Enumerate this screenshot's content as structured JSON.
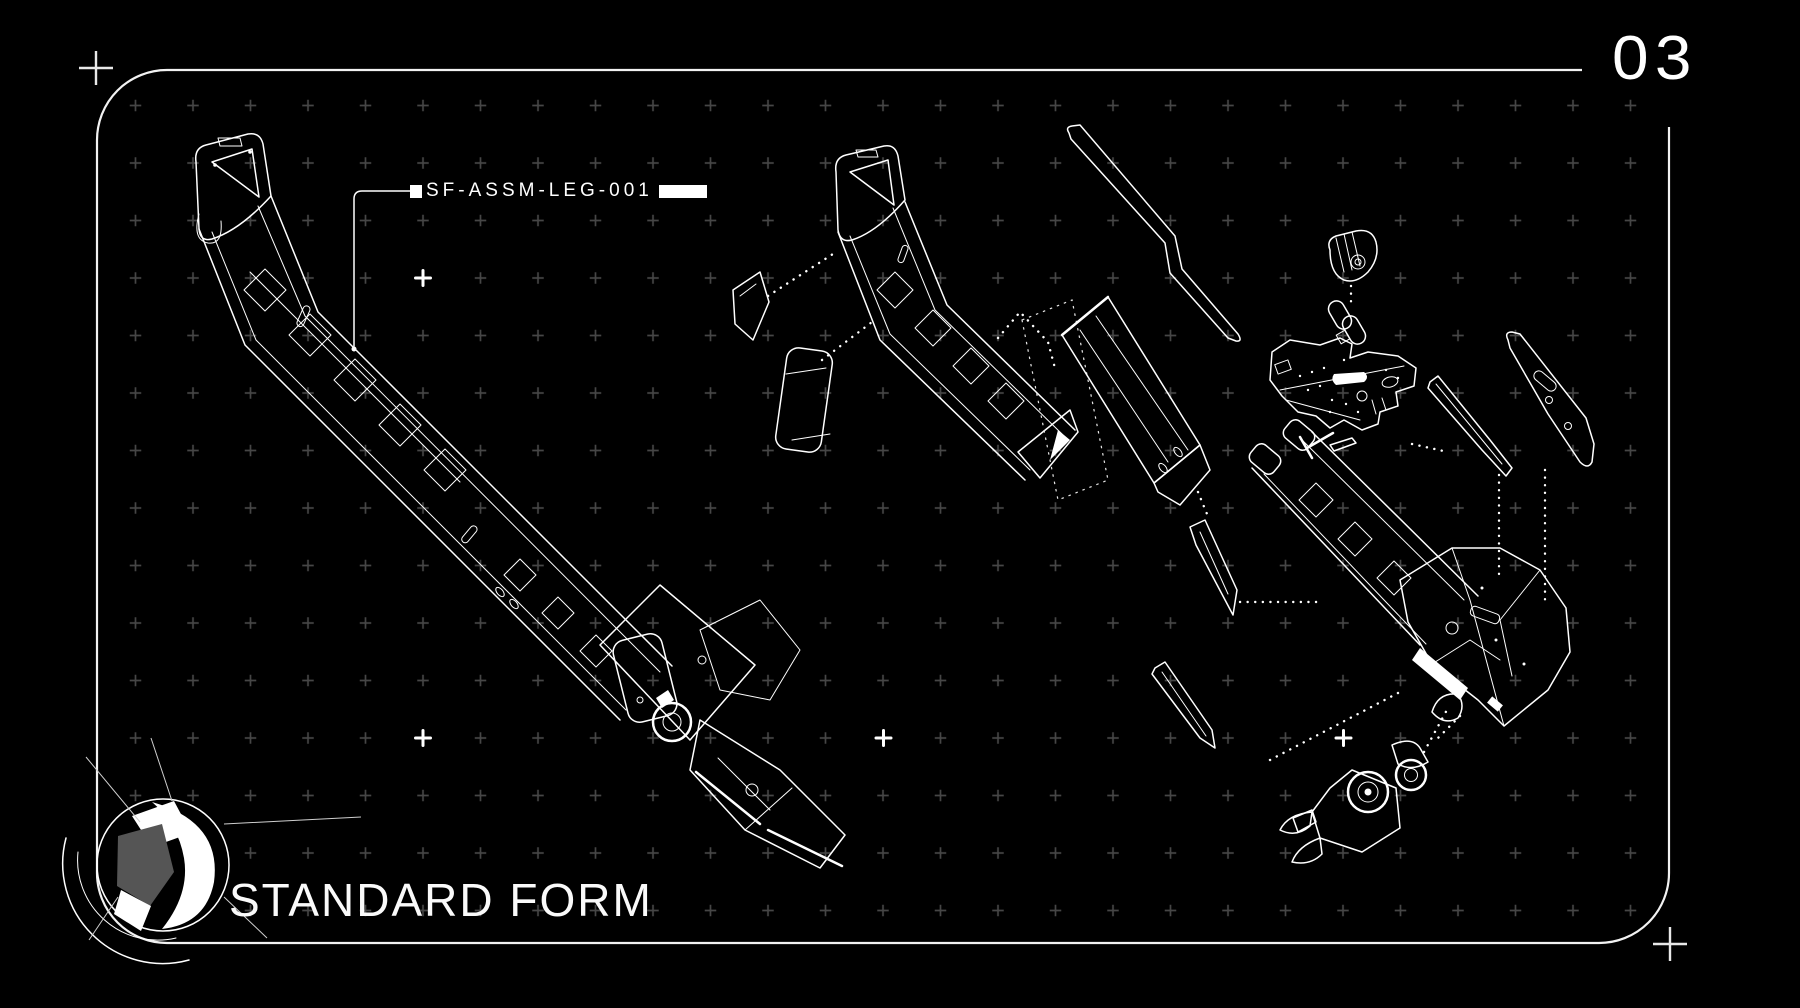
{
  "page": {
    "number": "03"
  },
  "callout": {
    "code": "SF-ASSM-LEG-001"
  },
  "brand": {
    "name": "STANDARD FORM"
  },
  "icons": {
    "logo": "standard-form-orb-logo",
    "corner_marks": "crosshair-icon",
    "background_marks": "plus-grid-pattern"
  },
  "colors": {
    "background": "#000000",
    "line": "#ffffff",
    "grid_mark": "#464646",
    "logo_gray": "#555555"
  }
}
